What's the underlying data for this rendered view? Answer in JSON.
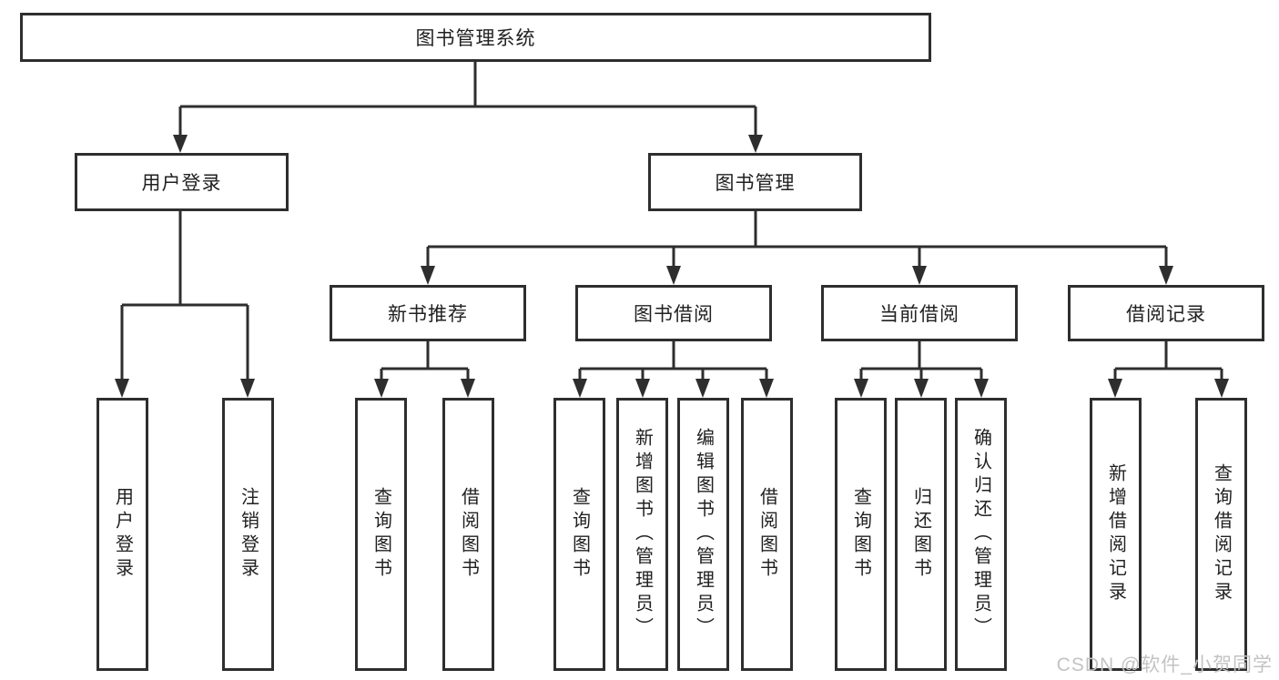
{
  "diagram": {
    "root": "图书管理系统",
    "branches": {
      "user_login": "用户登录",
      "book_mgmt": "图书管理"
    },
    "modules": [
      "新书推荐",
      "图书借阅",
      "当前借阅",
      "借阅记录"
    ],
    "leaves": {
      "user_login": [
        "用户登录",
        "注销登录"
      ],
      "new_book": [
        "查询图书",
        "借阅图书"
      ],
      "borrow": [
        "查询图书",
        "新增图书（管理员）",
        "编辑图书（管理员）",
        "借阅图书"
      ],
      "current": [
        "查询图书",
        "归还图书",
        "确认归还（管理员）"
      ],
      "records": [
        "新增借阅记录",
        "查询借阅记录"
      ]
    }
  },
  "watermark": "CSDN @软件_小贺同学",
  "colors": {
    "line": "#2e2e2e",
    "text": "#212121",
    "watermark": "#c3c3c3",
    "background": "#ffffff"
  }
}
